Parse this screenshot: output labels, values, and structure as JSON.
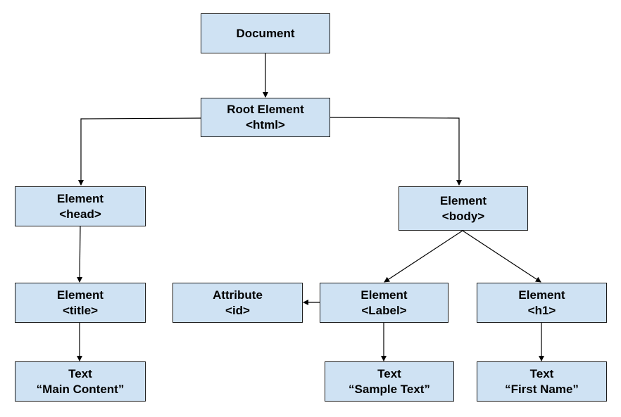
{
  "nodes": {
    "document": {
      "line1": "Document",
      "line2": ""
    },
    "root": {
      "line1": "Root Element",
      "line2": "<html>"
    },
    "head": {
      "line1": "Element",
      "line2": "<head>"
    },
    "body": {
      "line1": "Element",
      "line2": "<body>"
    },
    "title": {
      "line1": "Element",
      "line2": "<title>"
    },
    "attribute": {
      "line1": "Attribute",
      "line2": "<id>"
    },
    "label": {
      "line1": "Element",
      "line2": "<Label>"
    },
    "h1": {
      "line1": "Element",
      "line2": "<h1>"
    },
    "text_main": {
      "line1": "Text",
      "line2": "“Main Content”"
    },
    "text_sample": {
      "line1": "Text",
      "line2": "“Sample Text”"
    },
    "text_first": {
      "line1": "Text",
      "line2": "“First Name”"
    }
  },
  "edges": [
    [
      "document",
      "root"
    ],
    [
      "root",
      "head"
    ],
    [
      "root",
      "body"
    ],
    [
      "head",
      "title"
    ],
    [
      "body",
      "label"
    ],
    [
      "body",
      "h1"
    ],
    [
      "label",
      "attribute"
    ],
    [
      "title",
      "text_main"
    ],
    [
      "label",
      "text_sample"
    ],
    [
      "h1",
      "text_first"
    ]
  ],
  "colors": {
    "node_fill": "#cfe2f3",
    "node_border": "#1a1a1a",
    "edge": "#000000"
  }
}
